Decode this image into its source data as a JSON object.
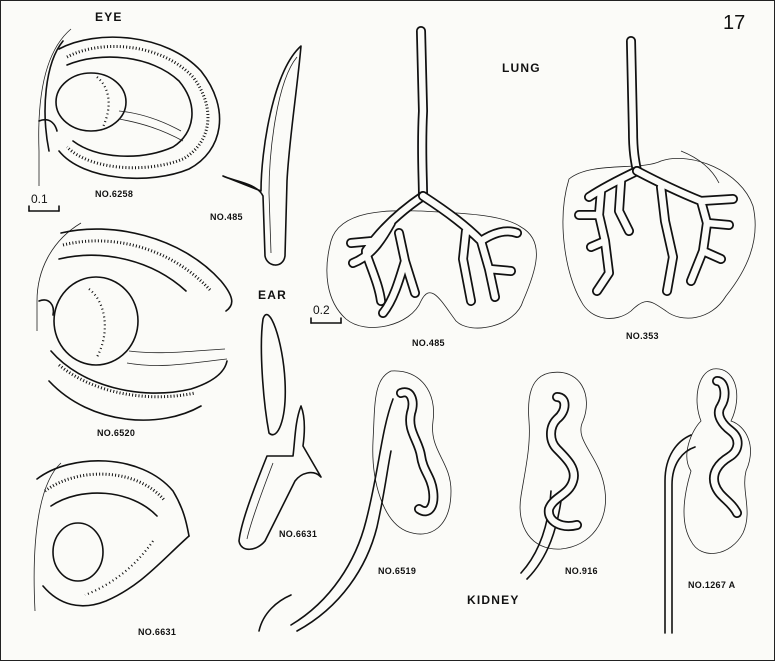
{
  "plate_number": "17",
  "eye": {
    "heading": "EYE",
    "scale_label": "0.1",
    "specimens": [
      "NO.6258",
      "NO.6520",
      "NO.6631"
    ]
  },
  "ear": {
    "heading": "EAR",
    "specimens": [
      "NO.485",
      "NO.6631"
    ]
  },
  "lung": {
    "heading": "LUNG",
    "scale_label": "0.2",
    "specimens": [
      "NO.485",
      "NO.353"
    ]
  },
  "kidney": {
    "heading": "KIDNEY",
    "specimens": [
      "NO.6519",
      "NO.916",
      "NO.1267 A"
    ]
  }
}
